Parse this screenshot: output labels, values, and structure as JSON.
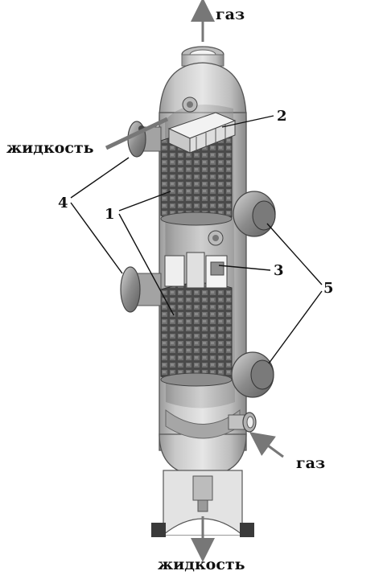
{
  "labels": {
    "gas_top": "газ",
    "gas_side": "газ",
    "liquid_left": "жидкость",
    "liquid_bottom": "жидкость"
  },
  "callouts": {
    "n1": "1",
    "n2": "2",
    "n3": "3",
    "n4": "4",
    "n5": "5"
  }
}
